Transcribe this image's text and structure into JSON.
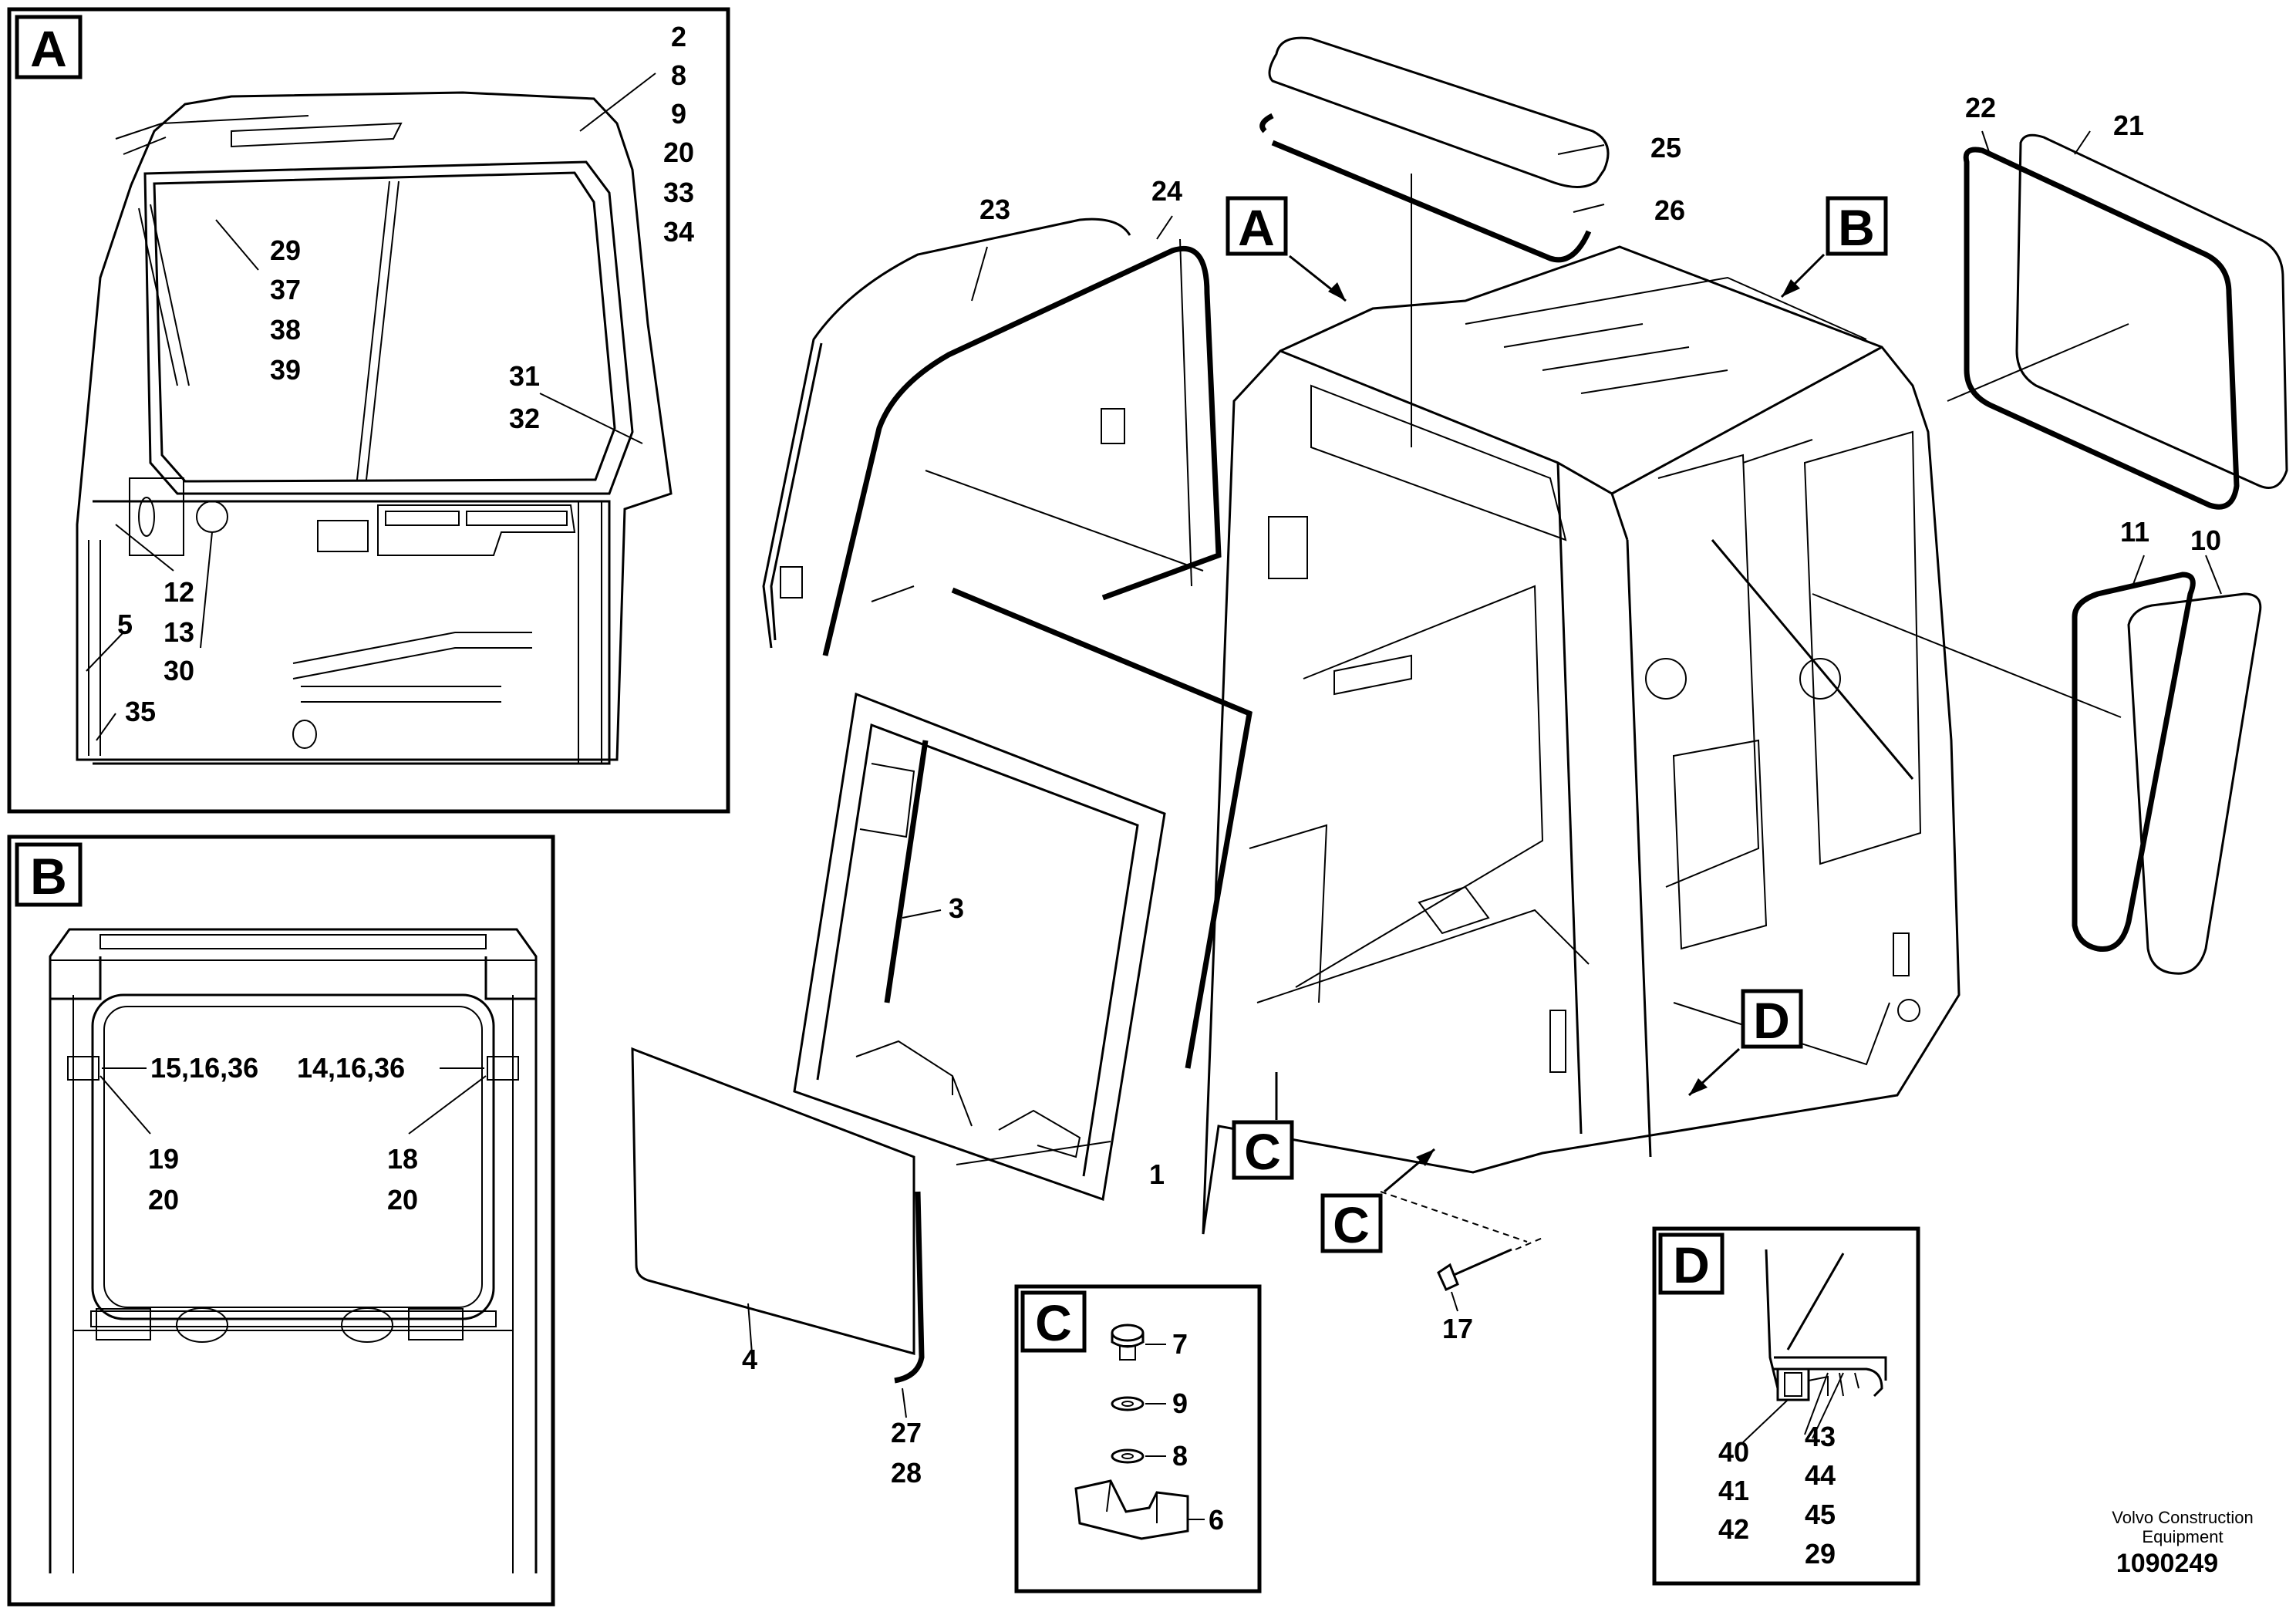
{
  "detail_boxes": {
    "A": "A",
    "B": "B",
    "C": "C",
    "D": "D"
  },
  "main_markers": {
    "A": "A",
    "B": "B",
    "C1": "C",
    "C2": "C",
    "D": "D"
  },
  "detail_a_labels": {
    "l2": "2",
    "l8": "8",
    "l9": "9",
    "l20": "20",
    "l33": "33",
    "l34": "34",
    "l29": "29",
    "l37": "37",
    "l38": "38",
    "l39": "39",
    "l31": "31",
    "l32": "32",
    "l12": "12",
    "l13": "13",
    "l30": "30",
    "l5": "5",
    "l35": "35"
  },
  "detail_b_labels": {
    "left_top": "15,16,36",
    "right_top": "14,16,36",
    "l19": "19",
    "l20a": "20",
    "l18": "18",
    "l20b": "20"
  },
  "main_labels": {
    "l25": "25",
    "l26": "26",
    "l23": "23",
    "l24": "24",
    "l22": "22",
    "l21": "21",
    "l11": "11",
    "l10": "10",
    "l3": "3",
    "l1": "1",
    "l4": "4",
    "l27": "27",
    "l28": "28",
    "l17": "17"
  },
  "detail_c_labels": {
    "l7": "7",
    "l9": "9",
    "l8": "8",
    "l6": "6"
  },
  "detail_d_labels": {
    "l40": "40",
    "l41": "41",
    "l42": "42",
    "l43": "43",
    "l44": "44",
    "l45": "45",
    "l29": "29"
  },
  "footer": {
    "brand_line1": "Volvo Construction",
    "brand_line2": "Equipment",
    "doc_number": "1090249"
  }
}
